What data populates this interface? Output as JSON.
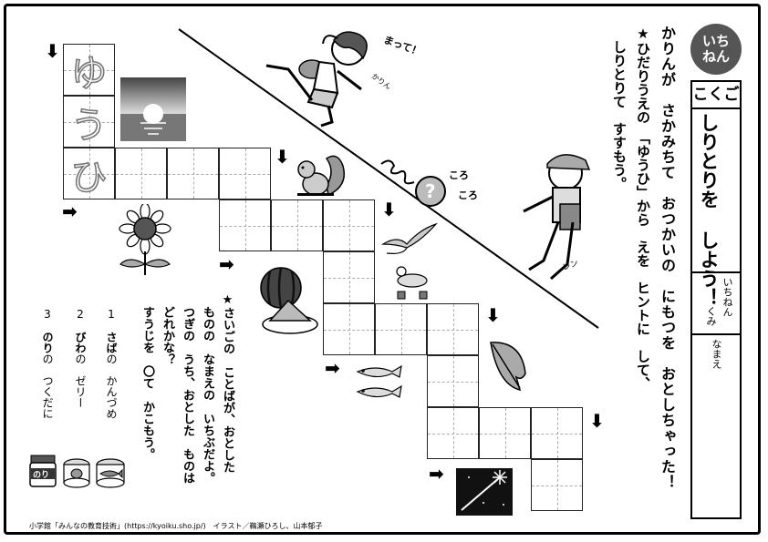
{
  "header": {
    "badge": "いちねん",
    "subject": "こくご",
    "title": "しりとりを しよう！",
    "class_label": "いちねん",
    "kumi_label": "くみ",
    "name_label": "なまえ"
  },
  "story": {
    "line1": "かりんが　さかみちて　おつかいの　にもつを　おとしちゃった！",
    "line2": "★ひだりうえの　「ゆうひ」から　えを　ヒントに　して、",
    "line3": "しりとりて　すすもう。"
  },
  "speech": {
    "matte": "まって！",
    "karin": "かりん",
    "korokoro1": "ころ",
    "korokoro2": "ころ",
    "ren": "レン"
  },
  "first_word": [
    "ゆ",
    "う",
    "ひ"
  ],
  "question": {
    "line1": "★さいごの　ことばが、おとした",
    "line2": "ものの　なまえの　いちぶだよ。",
    "line3": "つぎの　うち、おとした　ものは",
    "line4": "どれかな？",
    "line5": "すうじを　〇て　かこもう。"
  },
  "choices": [
    {
      "num": "1",
      "bold": "さば",
      "rest": "の　かんづめ"
    },
    {
      "num": "2",
      "bold": "びわ",
      "rest": "の　ゼリー"
    },
    {
      "num": "3",
      "bold": "のり",
      "rest": "の　つくだに"
    }
  ],
  "can_labels": {
    "nori": "のり"
  },
  "footer": "小学館「みんなの教育技術」(https://kyoiku.sho.jp/)　イラスト／鵜瀬ひろし、山本郁子",
  "icons": [
    "down-arrow-icon",
    "right-arrow-icon"
  ]
}
